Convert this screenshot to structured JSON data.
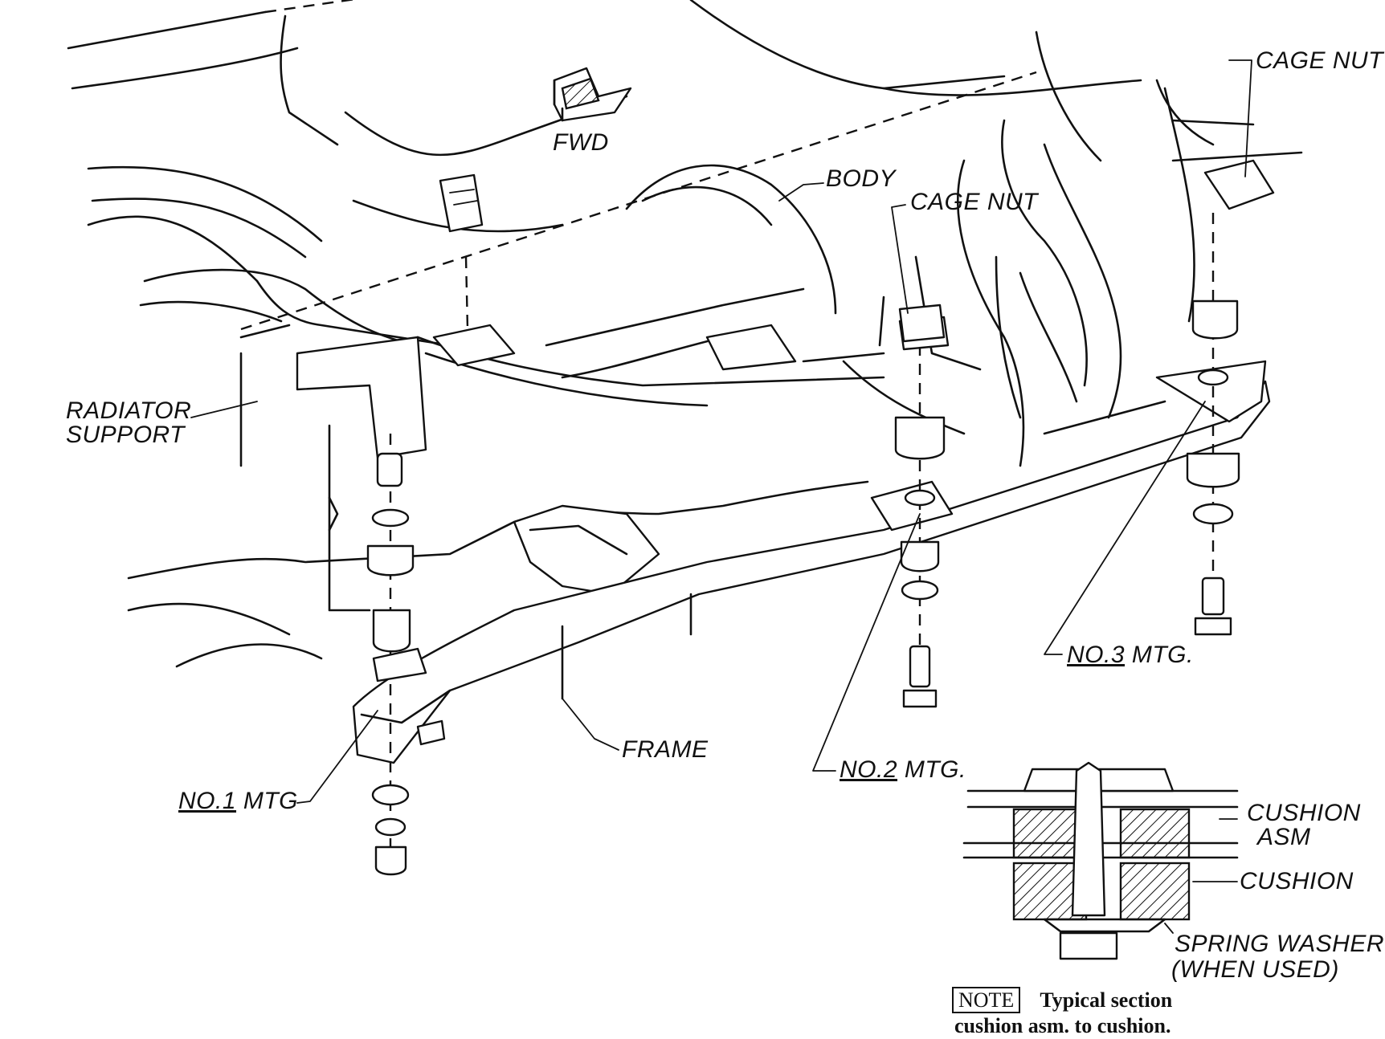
{
  "labels": {
    "fwd": "FWD",
    "body": "BODY",
    "cage_nut_center": "CAGE NUT",
    "cage_nut_right": "CAGE NUT",
    "radiator_support_line1": "RADIATOR",
    "radiator_support_line2": "SUPPORT",
    "frame": "FRAME",
    "no1_mtg_num": "NO.1",
    "no1_mtg_rest": " MTG",
    "no2_mtg_num": "NO.2",
    "no2_mtg_rest": " MTG.",
    "no3_mtg_num": "NO.3",
    "no3_mtg_rest": " MTG.",
    "cushion_asm_line1": "CUSHION",
    "cushion_asm_line2": "ASM",
    "cushion": "CUSHION",
    "spring_washer_line1": "SPRING WASHER",
    "spring_washer_line2": "(WHEN USED)"
  },
  "note": {
    "tag": "NOTE",
    "line1": "Typical section",
    "line2": "cushion asm. to cushion."
  }
}
